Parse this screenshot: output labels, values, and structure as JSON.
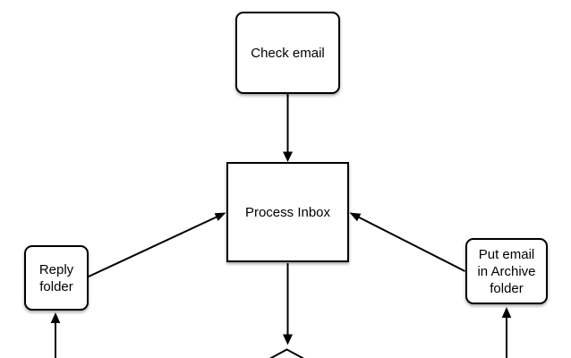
{
  "diagram": {
    "colors": {
      "background": "#ffffff",
      "node_fill": "#ffffff",
      "stroke": "#000000",
      "text": "#000000"
    },
    "nodes": {
      "check_email": {
        "label": "Check email",
        "shape": "rounded-rectangle"
      },
      "process_inbox": {
        "label": "Process Inbox",
        "shape": "rectangle"
      },
      "reply_folder": {
        "label": "Reply folder",
        "shape": "rounded-rectangle"
      },
      "archive_folder": {
        "label": "Put email in Archive folder",
        "shape": "rounded-rectangle"
      },
      "decision": {
        "label": "",
        "shape": "diamond-partially-visible"
      }
    },
    "edges": [
      {
        "from": "check_email",
        "to": "process_inbox",
        "arrow": "into-process-inbox-top"
      },
      {
        "from": "reply_folder",
        "to": "process_inbox",
        "arrow": "into-process-inbox-left"
      },
      {
        "from": "archive_folder",
        "to": "process_inbox",
        "arrow": "into-process-inbox-right"
      },
      {
        "from": "process_inbox",
        "to": "decision",
        "arrow": "into-decision-top"
      },
      {
        "from": "offscreen-bottom-left",
        "to": "reply_folder",
        "arrow": "into-reply-folder-bottom"
      },
      {
        "from": "offscreen-bottom-right",
        "to": "archive_folder",
        "arrow": "into-archive-folder-bottom"
      }
    ]
  }
}
